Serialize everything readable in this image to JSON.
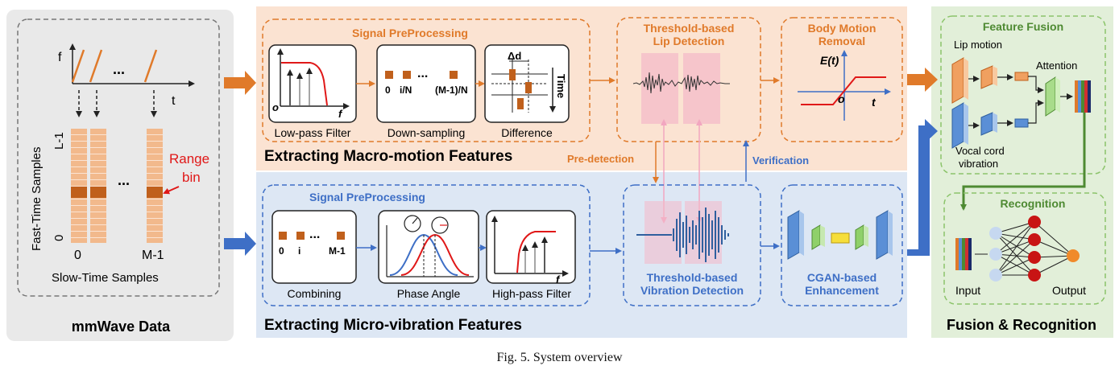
{
  "caption": "Fig. 5.  System overview",
  "mmwave": {
    "title": "mmWave Data",
    "freq_axis": "f",
    "time_axis": "t",
    "dots": "...",
    "fast_time_label": "Fast-Time  Samples",
    "bottom_index": "0",
    "top_index": "L-1",
    "range_bin": "Range",
    "range_bin2": "bin",
    "col0": "0",
    "colM": "M-1",
    "slow_time_label": "Slow-Time  Samples"
  },
  "macro": {
    "section_title": "Extracting Macro-motion Features",
    "preproc_title": "Signal PreProcessing",
    "lowpass": "Low-pass Filter",
    "downsampling": "Down-sampling",
    "difference": "Difference",
    "ds_labels": [
      "0",
      "i/N",
      "(M-1)/N"
    ],
    "ds_dots": "...",
    "delta_d": "Δd",
    "time_label": "Time",
    "axis_o": "o",
    "axis_f": "f",
    "lip_title_1": "Threshold-based",
    "lip_title_2": "Lip Detection",
    "bm_title_1": "Body Motion",
    "bm_title_2": "Removal",
    "bm_et": "E(t)",
    "bm_o": "o",
    "bm_t": "t"
  },
  "links": {
    "pre_detection": "Pre-detection",
    "verification": "Verification"
  },
  "micro": {
    "section_title": "Extracting Micro-vibration Features",
    "preproc_title": "Signal PreProcessing",
    "combining": "Combining",
    "phase_angle": "Phase Angle",
    "highpass": "High-pass Filter",
    "comb_labels": [
      "0",
      "i",
      "M-1"
    ],
    "comb_dots": "...",
    "axis_f": "f",
    "vib_title_1": "Threshold-based",
    "vib_title_2": "Vibration Detection",
    "cgan_title_1": "CGAN-based",
    "cgan_title_2": "Enhancement"
  },
  "fusion": {
    "section_title": "Fusion & Recognition",
    "feature_fusion": "Feature Fusion",
    "lip_motion": "Lip motion",
    "attention": "Attention",
    "vocal_1": "Vocal cord",
    "vocal_2": "vibration",
    "recognition": "Recognition",
    "input": "Input",
    "output": "Output"
  },
  "colors": {
    "macro_bg": "#fbe3d2",
    "micro_bg": "#dde7f4",
    "mmwave_bg": "#e9e9e9",
    "fusion_bg": "#e2efd9",
    "orange": "#e07a2a",
    "blue": "#3e6fc6",
    "green": "#4e8a32",
    "red": "#e01818"
  }
}
